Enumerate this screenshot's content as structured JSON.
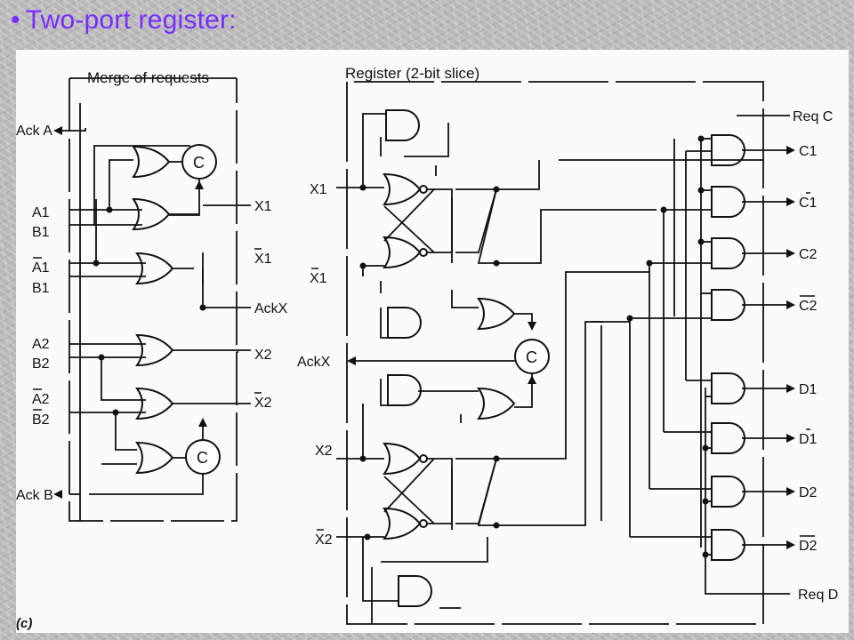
{
  "title": {
    "bullet": "•",
    "text": "Two-port register:"
  },
  "colors": {
    "title": "#7a2bff",
    "line": "#111111",
    "background": "#fbfbfb"
  },
  "labels": {
    "merge_title": "Merge of requests",
    "register_title": "Register (2-bit slice)",
    "ack_a": "Ack A",
    "ack_b": "Ack B",
    "a1": "A1",
    "b1": "B1",
    "a1_bar": "A1",
    "b1_bar": "B1",
    "a2": "A2",
    "b2": "B2",
    "a2_bar": "A2",
    "b2_bar": "B2",
    "x1_out": "X1",
    "x1bar_out": "X1",
    "ackx_out": "AckX",
    "x2_out": "X2",
    "x2bar_out": "X2",
    "x1_in": "X1",
    "x1bar_in": "X1",
    "ackx_in": "AckX",
    "x2_in": "X2",
    "x2bar_in": "X2",
    "req_c": "Req C",
    "req_d": "Req D",
    "c1": "C1",
    "c1bar": "C1",
    "c2": "C2",
    "c2bar": "C2",
    "d1": "D1",
    "d1bar": "D1",
    "d2": "D2",
    "d2bar": "D2",
    "c_element": "C",
    "figure_tag": "(c)"
  }
}
